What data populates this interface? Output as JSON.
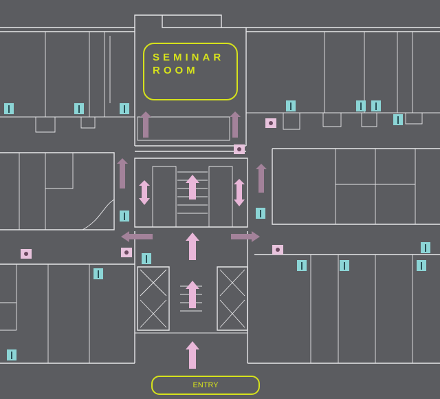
{
  "labels": {
    "seminar_line1": "SEMINAR",
    "seminar_line2": "ROOM",
    "entry": "ENTRY"
  },
  "colors": {
    "background": "#5b5c60",
    "walls": "#e6e6e8",
    "label": "#d6e21c",
    "arrow": "#e9b7d9",
    "extinguisher_icon": "#8cd5d6",
    "restroom_icon": "#e8c3dd"
  }
}
